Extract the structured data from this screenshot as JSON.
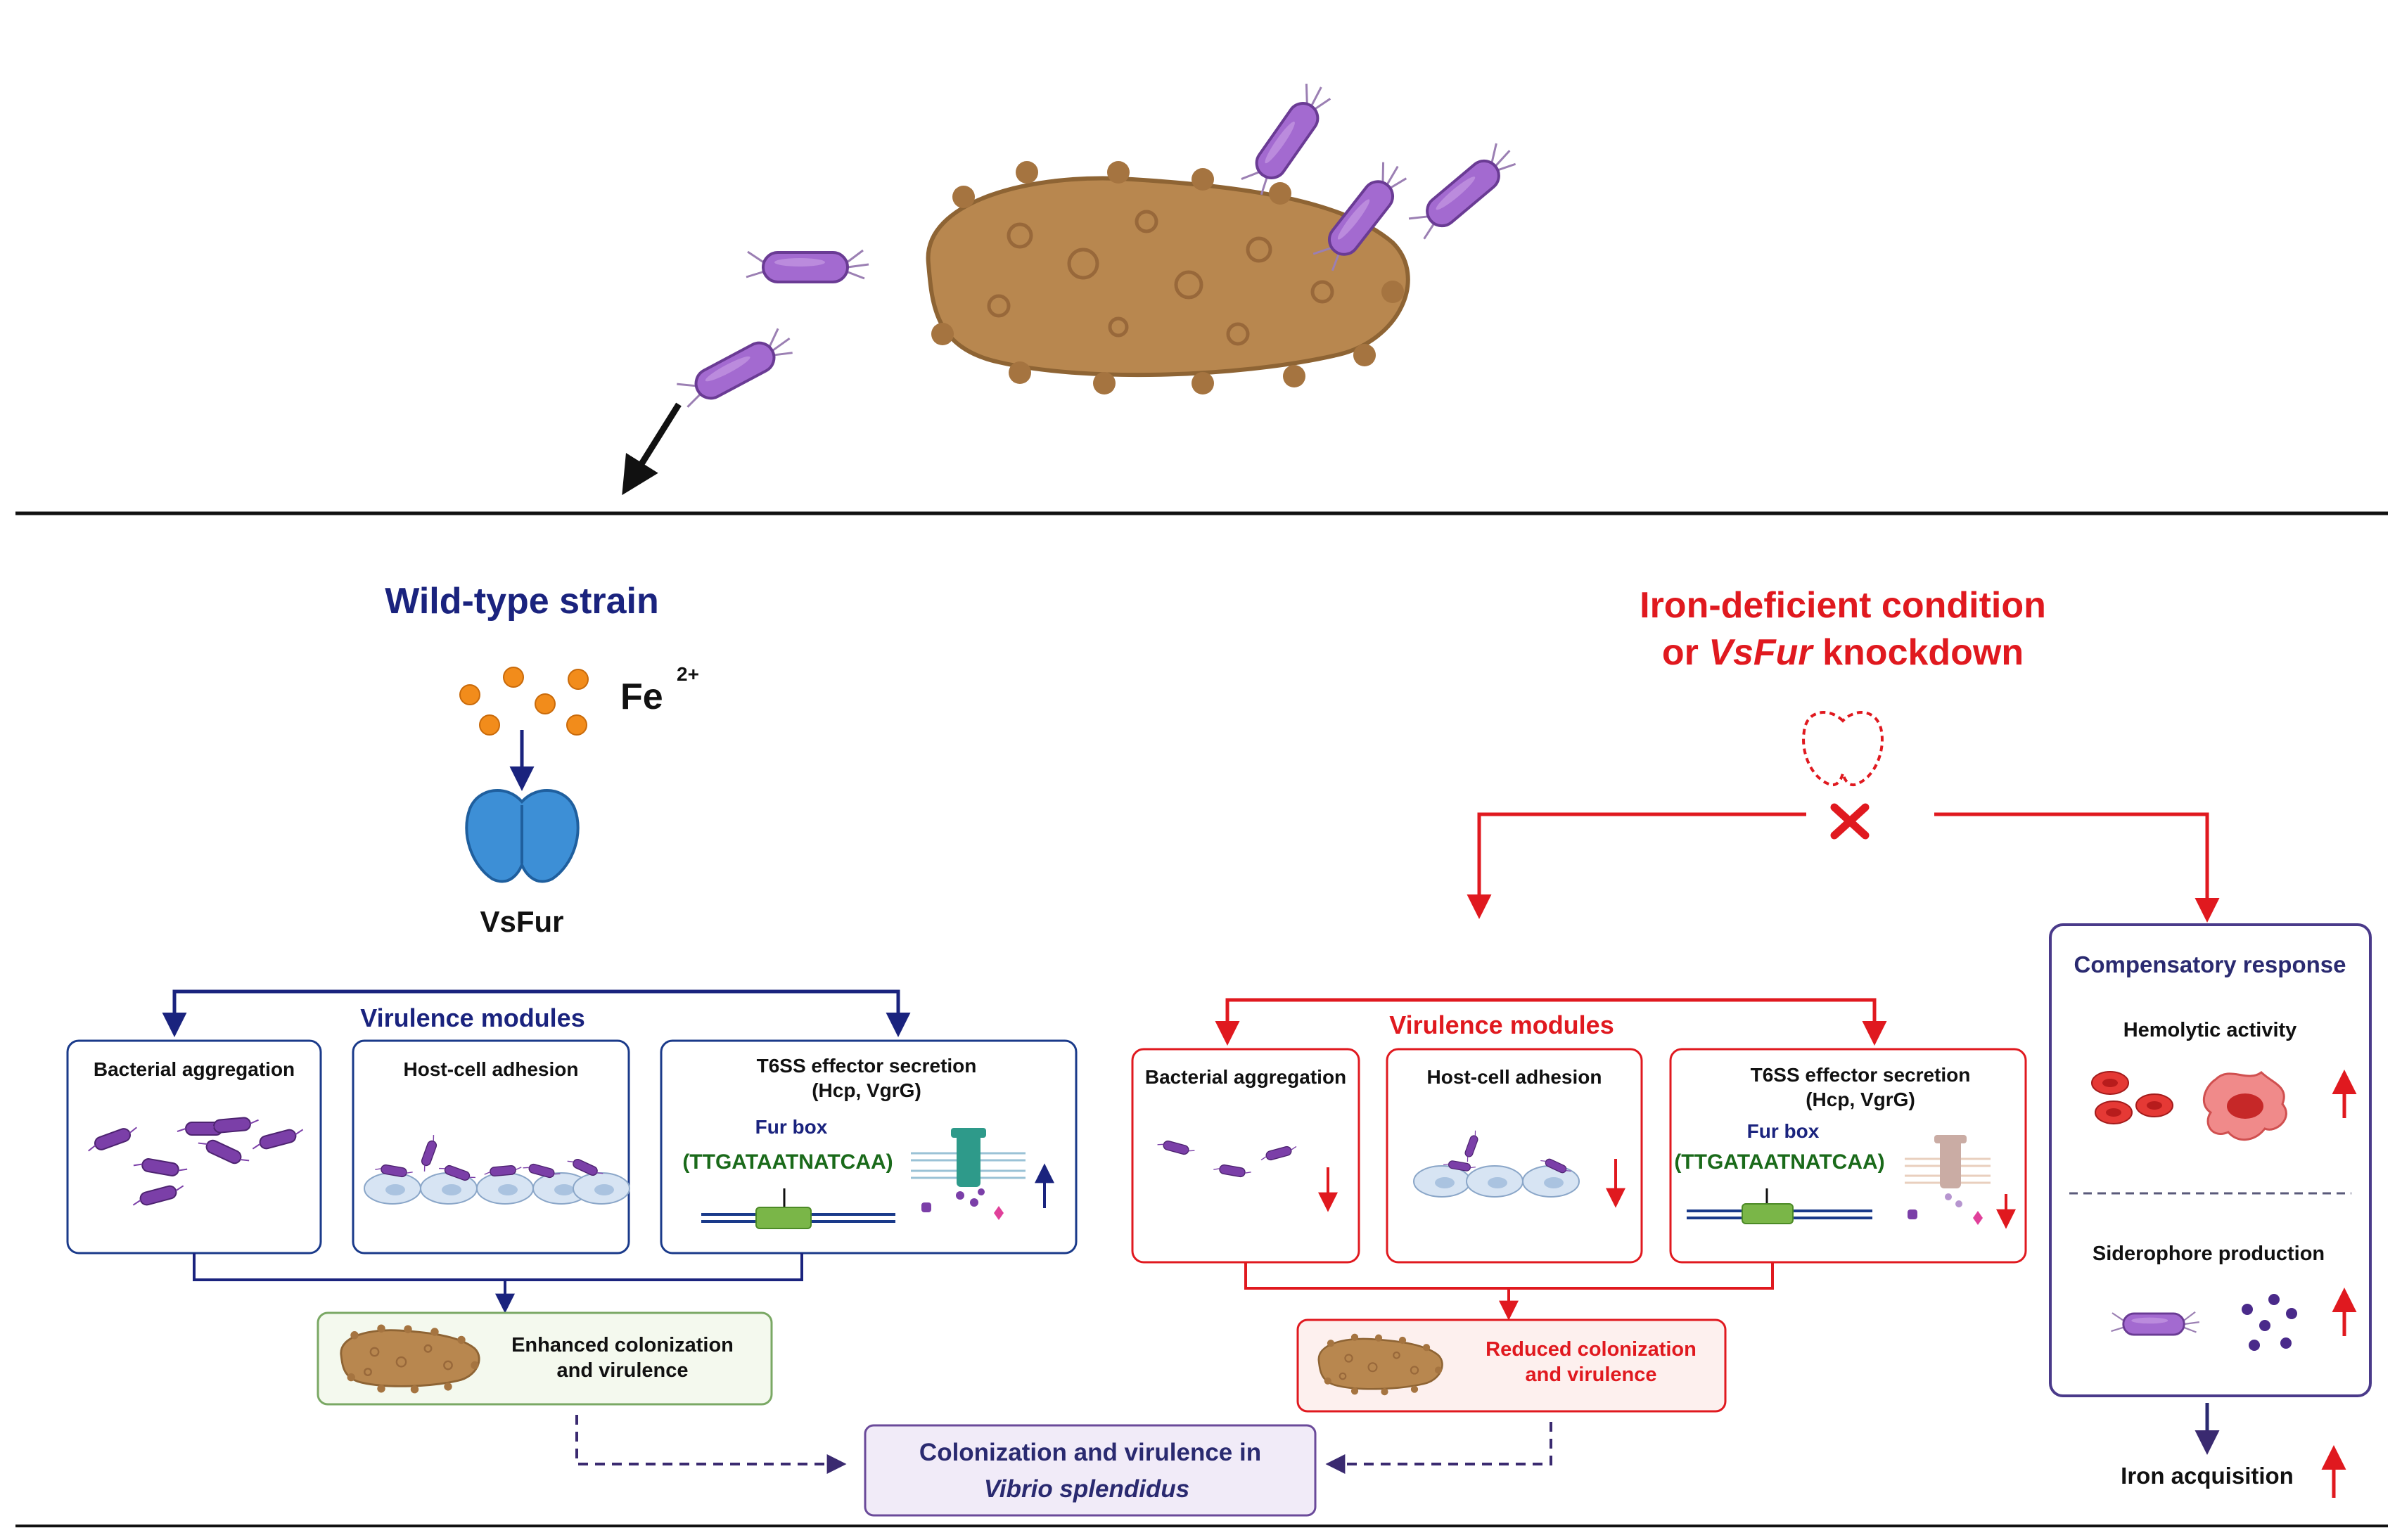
{
  "colors": {
    "navy": "#1a237e",
    "red": "#e0191f",
    "purple": "#5b2a86",
    "bacterium": "#a36ad0",
    "host": "#b8874f",
    "green_box": "#7aa864",
    "blue_protein": "#3d8fd6"
  },
  "icons": [
    "sea-cucumber-icon",
    "rod-bacterium-icon",
    "fur-protein-icon",
    "iron-ion-icon",
    "host-cell-icon",
    "t6ss-secretion-icon",
    "red-blood-cell-icon",
    "lysed-cell-icon",
    "siderophore-icon",
    "cross-icon",
    "up-arrow-icon",
    "down-arrow-icon"
  ],
  "wild_type": {
    "title": "Wild-type strain",
    "ion_label": "Fe",
    "ion_charge": "2+",
    "protein_label": "VsFur",
    "modules_title": "Virulence modules",
    "panels": {
      "aggregation": "Bacterial aggregation",
      "adhesion": "Host-cell adhesion",
      "t6ss_line1": "T6SS effector secretion",
      "t6ss_line2": "(Hcp, VgrG)",
      "furbox": "Fur box",
      "motif": "(TTGATAATNATCAA)"
    },
    "outcome_line1": "Enhanced colonization",
    "outcome_line2": "and virulence"
  },
  "iron_deficient": {
    "title_line1": "Iron-deficient condition",
    "title_line2_prefix": "or ",
    "title_line2_italic": "VsFur",
    "title_line2_suffix": " knockdown",
    "modules_title": "Virulence modules",
    "panels": {
      "aggregation": "Bacterial aggregation",
      "adhesion": "Host-cell adhesion",
      "t6ss_line1": "T6SS effector secretion",
      "t6ss_line2": "(Hcp, VgrG)",
      "furbox": "Fur box",
      "motif": "(TTGATAATNATCAA)"
    },
    "outcome_line1": "Reduced colonization",
    "outcome_line2": "and virulence"
  },
  "compensatory": {
    "title": "Compensatory response",
    "hemolytic": "Hemolytic activity",
    "siderophore": "Siderophore production",
    "iron_acquisition": "Iron acquisition"
  },
  "center": {
    "line1": "Colonization and virulence in",
    "line2": "Vibrio splendidus"
  }
}
